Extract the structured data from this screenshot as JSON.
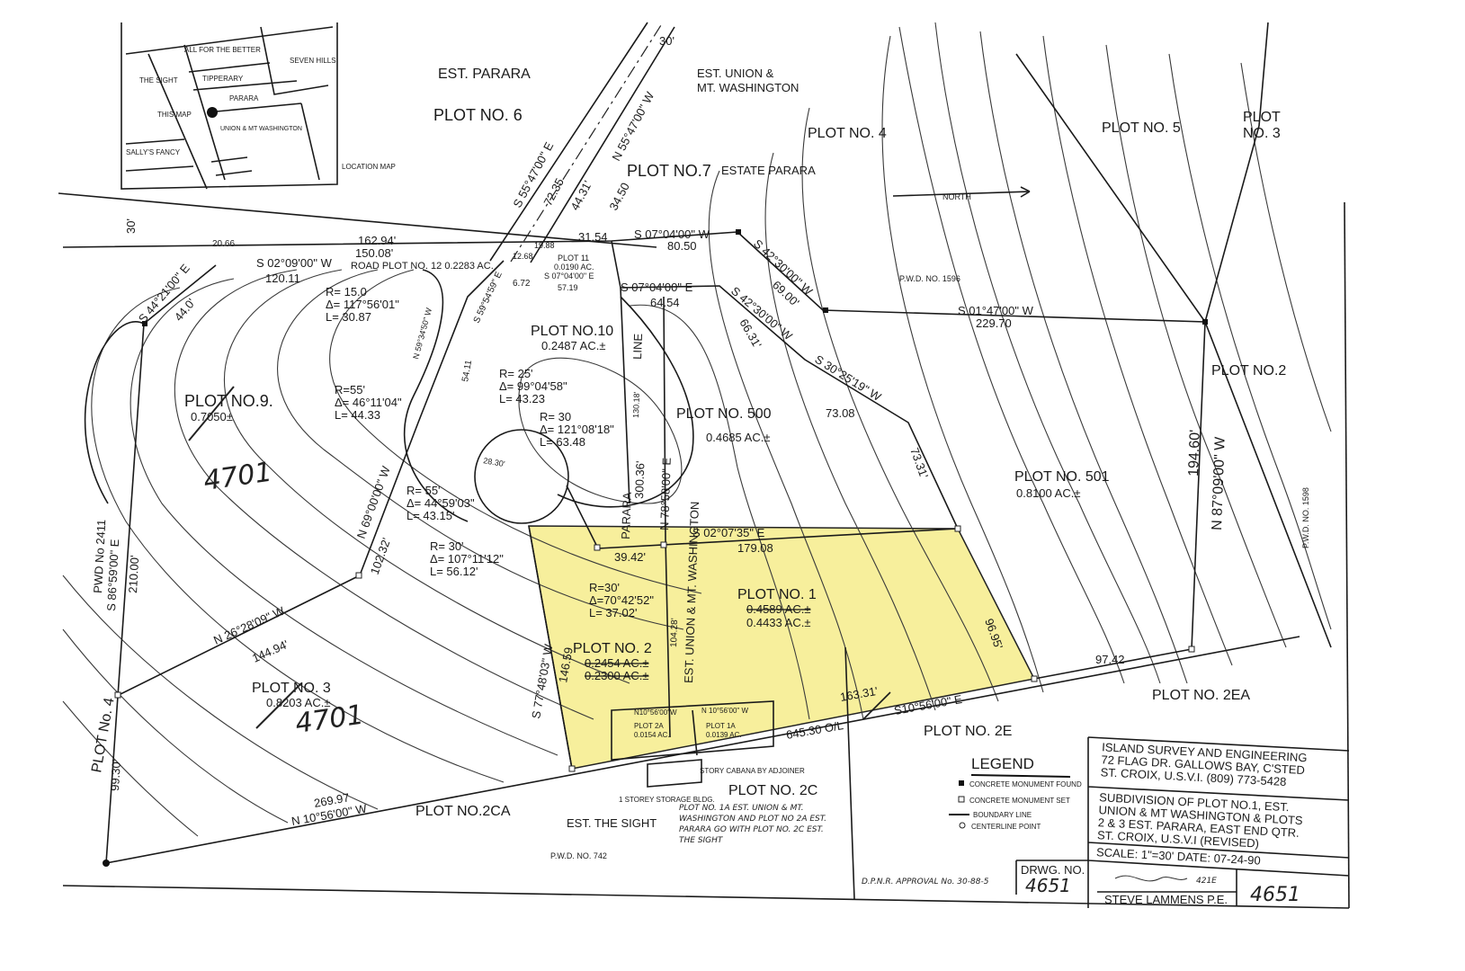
{
  "location_map": {
    "names": [
      "ALL FOR THE BETTER",
      "THE SIGHT",
      "TIPPERARY",
      "SEVEN HILLS",
      "PARARA",
      "THIS MAP",
      "UNION & MT WASHINGTON",
      "SALLY'S FANCY",
      "LOCATION MAP"
    ]
  },
  "estates": {
    "parara": "EST. PARARA",
    "union": "EST. UNION &",
    "union2": "MT. WASHINGTON",
    "sight": "EST. THE SIGHT",
    "road_width": "30'",
    "road_width2": "30'"
  },
  "plots": {
    "p6": "PLOT NO. 6",
    "p7": "PLOT NO.7",
    "p7est": "ESTATE PARARA",
    "p4": "PLOT NO. 4",
    "p5": "PLOT NO. 5",
    "p3r": "PLOT",
    "p3r2": "NO. 3",
    "p2r": "PLOT NO.2",
    "p10": "PLOT NO.10",
    "p10a": "0.2487 AC.±",
    "p9": "PLOT NO.9.",
    "p9a": "0.7050±",
    "p500": "PLOT NO. 500",
    "p500a": "0.4685 AC.±",
    "p501": "PLOT NO. 501",
    "p501a": "0.8100 AC.±",
    "p1": "PLOT NO. 1",
    "p1a_old": "0.4589 AC.±",
    "p1a": "0.4433 AC.±",
    "p2": "PLOT NO. 2",
    "p2a_old": "0.2454 AC.±",
    "p2a": "0.2300 AC.±",
    "p3": "PLOT NO. 3",
    "p3a": "0.8203 AC.±",
    "p4l": "PLOT No. 4",
    "p2ea": "PLOT NO. 2EA",
    "p2e": "PLOT NO. 2E",
    "p2c": "PLOT NO. 2C",
    "p2ca": "PLOT NO.2CA",
    "p11": "PLOT 11",
    "p11a": "0.0190 AC.",
    "p12": "ROAD PLOT NO. 12  0.2283 AC.",
    "p2a_small": "PLOT 2A",
    "p2a_small_a": "0.0154 AC.",
    "p1a_small": "PLOT 1A",
    "p1a_small_a": "0.0139 AC.",
    "hand1": "4701",
    "hand2": "4701"
  },
  "bearings": {
    "b1": "S 55°47'00\" E",
    "b2": "N 55°47'00\" W",
    "b3": "S 07°04'00\" W",
    "b4": "S 42°30'00\" W",
    "b5": "S 02°09'00\" W",
    "b6": "S 07°04'00\" E",
    "b7": "S 42°30'00\" W",
    "b8": "S 01°47'00\" W",
    "b9": "S 30°25'19\" W",
    "b10": "N 87°09'00\" W",
    "b11": "S 44°21'00\" E",
    "b12": "N 59°34'50\" W",
    "b13": "S 59°54'59\" E",
    "b14": "N 69°00'00\" W",
    "b15": "N 26°28'09\" W",
    "b16": "S 86°59'00\" E",
    "b17": "S 02°07'35\" E",
    "b18": "N 78°58'00\" E",
    "b19": "S 77°48'03\" W",
    "b20": "S10°56'00\" E",
    "b21": "N 10°56'00\" W",
    "b22": "S 07°04'00\" E",
    "b23": "PARARA",
    "b24": "EST. UNION & MT. WASHINGTON",
    "b25": "LINE",
    "b26": "N10°56'00\"W",
    "b27": "N 10°56'00\" W"
  },
  "distances": {
    "d1": "72.35",
    "d2": "44.31'",
    "d3": "34.50",
    "d4": "162.94'",
    "d5": "150.08'",
    "d6": "31.54",
    "d7": "80.50",
    "d8": "69.00'",
    "d9": "120.11",
    "d10": "12.68",
    "d11": "19.88",
    "d12": "6.72",
    "d13": "57.19",
    "d14": "64.54",
    "d15": "66.31'",
    "d16": "229.70",
    "d17": "73.08",
    "d18": "194.60'",
    "d19": "44.0'",
    "d20": "20.66",
    "d21": "300.36'",
    "d22": "130.18'",
    "d23": "39.42'",
    "d24": "179.08",
    "d25": "102.32'",
    "d26": "144.94'",
    "d27": "210.00'",
    "d28": "99.30'",
    "d29": "269.97",
    "d30": "146.59",
    "d31": "645.30 O/L",
    "d32": "163.31'",
    "d33": "97.42",
    "d34": "96.95'",
    "d35": "73.31'",
    "d36": "104.28'",
    "d37": "54.11",
    "d38": "28.30'"
  },
  "curves": {
    "c1": [
      "R= 15.0",
      "Δ= 117°56'01\"",
      "L= 30.87"
    ],
    "c2": [
      "R= 25'",
      "Δ= 99°04'58\"",
      "L= 43.23"
    ],
    "c3": [
      "R=55'",
      "Δ= 46°11'04\"",
      "L= 44.33"
    ],
    "c4": [
      "R= 30",
      "Δ= 121°08'18\"",
      "L= 63.48"
    ],
    "c5": [
      "R= 55'",
      "Δ= 44°59'03\"",
      "L= 43.15'"
    ],
    "c6": [
      "R= 30'",
      "Δ= 107°11'12\"",
      "L= 56.12'"
    ],
    "c7": [
      "R=30'",
      "Δ=70°42'52\"",
      "L= 37.02'"
    ]
  },
  "north": "NORTH",
  "pwd": {
    "a": "P.W.D. NO. 1596",
    "b": "P.W.D. NO. 1598",
    "c": "PWD No 2411",
    "d": "P.W.D. NO. 742"
  },
  "notes": {
    "storage": "1 STOREY STORAGE BLDG.",
    "cabana": "STORY CABANA BY ADJOINER",
    "note": "PLOT NO. 1A EST. UNION & MT. WASHINGTON AND PLOT NO 2A EST. PARARA GO WITH PLOT NO. 2C EST. THE SIGHT",
    "dpnr": "D.P.N.R. APPROVAL No. 30-88-5"
  },
  "legend": {
    "title": "LEGEND",
    "items": [
      "CONCRETE MONUMENT FOUND",
      "CONCRETE MONUMENT SET",
      "BOUNDARY LINE",
      "CENTERLINE POINT"
    ]
  },
  "title_block": {
    "company": [
      "ISLAND SURVEY AND ENGINEERING",
      "72 FLAG DR. GALLOWS BAY, C'STED",
      "ST. CROIX, U.S.V.I. (809) 773-5428"
    ],
    "subject": [
      "SUBDIVISION OF PLOT NO.1, EST.",
      "UNION & MT WASHINGTON & PLOTS",
      "2 & 3 EST. PARARA, EAST END QTR.",
      "ST. CROIX, U.S.V.I (REVISED)"
    ],
    "scale": "SCALE: 1\"=30'  DATE: 07-24-90",
    "drwg_label": "DRWG. NO.",
    "drwg_no": "4651",
    "drwg_no2": "4651",
    "engineer": "STEVE LAMMENS P.E.",
    "lic": "421E"
  },
  "colors": {
    "highlight": "#f7ef9c",
    "ink": "#1a1a1a"
  }
}
